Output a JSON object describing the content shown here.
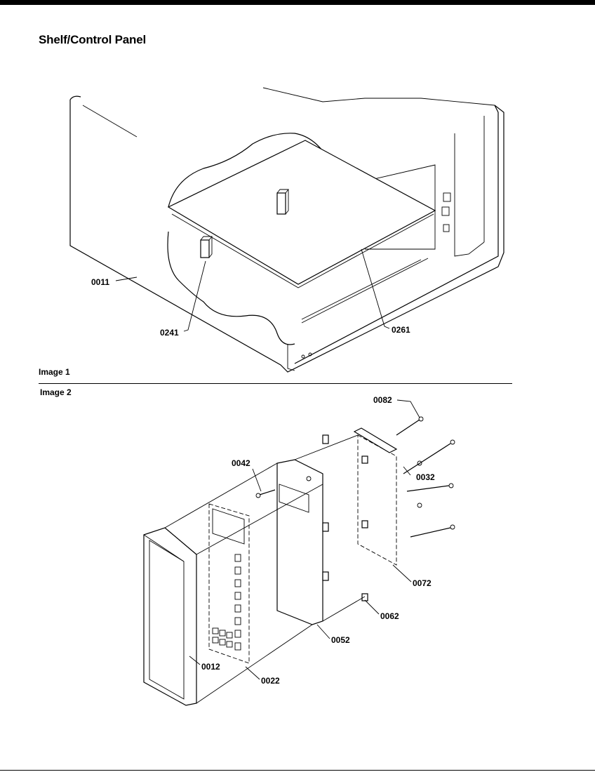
{
  "title": "Shelf/Control Panel",
  "captions": {
    "image1": "Image 1",
    "image2": "Image 2"
  },
  "parts": {
    "p0011": "0011",
    "p0241": "0241",
    "p0261": "0261",
    "p0082": "0082",
    "p0042": "0042",
    "p0032": "0032",
    "p0072": "0072",
    "p0062": "0062",
    "p0052": "0052",
    "p0012": "0012",
    "p0022": "0022"
  }
}
